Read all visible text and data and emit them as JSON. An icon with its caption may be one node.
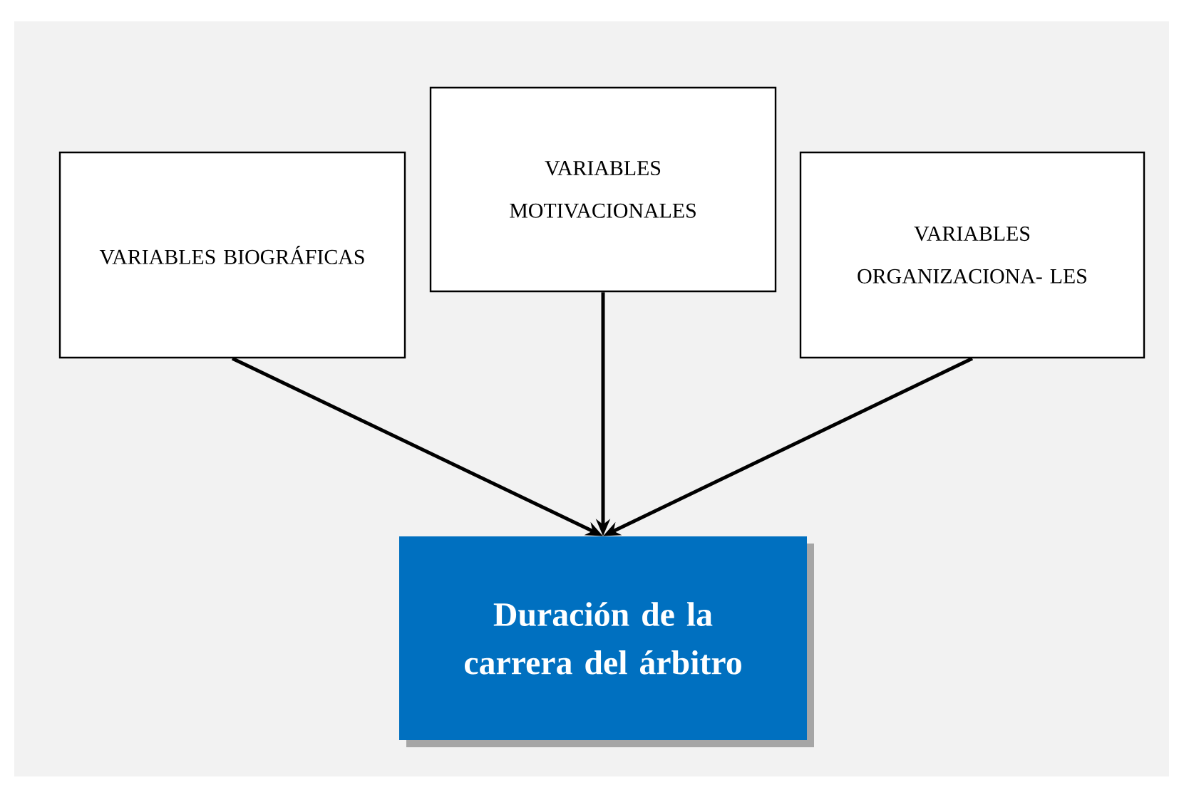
{
  "diagram": {
    "nodes": [
      {
        "text": [
          "VARIABLES BIOGRÁFICAS"
        ]
      },
      {
        "text": [
          "VARIABLES MOTIVACIONALES"
        ]
      },
      {
        "text": [
          "VARIABLES ORGANIZACIONA- LES"
        ]
      },
      {
        "text": [
          "Duración de la carrera del árbitro"
        ]
      }
    ],
    "edges": [
      {
        "from": 0,
        "to": 3,
        "arrow": "to"
      },
      {
        "from": 1,
        "to": 3,
        "arrow": "to"
      },
      {
        "from": 2,
        "to": 3,
        "arrow": "to"
      }
    ]
  }
}
